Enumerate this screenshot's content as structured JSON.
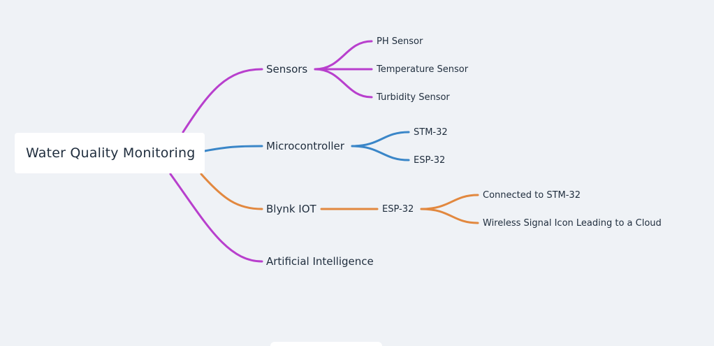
{
  "colors": {
    "purple": "#b83fcd",
    "blue": "#3a86c8",
    "orange": "#e2883f"
  },
  "root": {
    "label": "Water Quality Monitoring"
  },
  "branches": {
    "sensors": {
      "label": "Sensors",
      "children": [
        "PH Sensor",
        "Temperature Sensor",
        "Turbidity Sensor"
      ]
    },
    "microcontroller": {
      "label": "Microcontroller",
      "children": [
        "STM-32",
        "ESP-32"
      ]
    },
    "blynk": {
      "label": "Blynk IOT",
      "child": {
        "label": "ESP-32",
        "children": [
          "Connected to STM-32",
          "Wireless Signal Icon Leading to a Cloud"
        ]
      }
    },
    "ai": {
      "label": "Artificial Intelligence"
    }
  }
}
